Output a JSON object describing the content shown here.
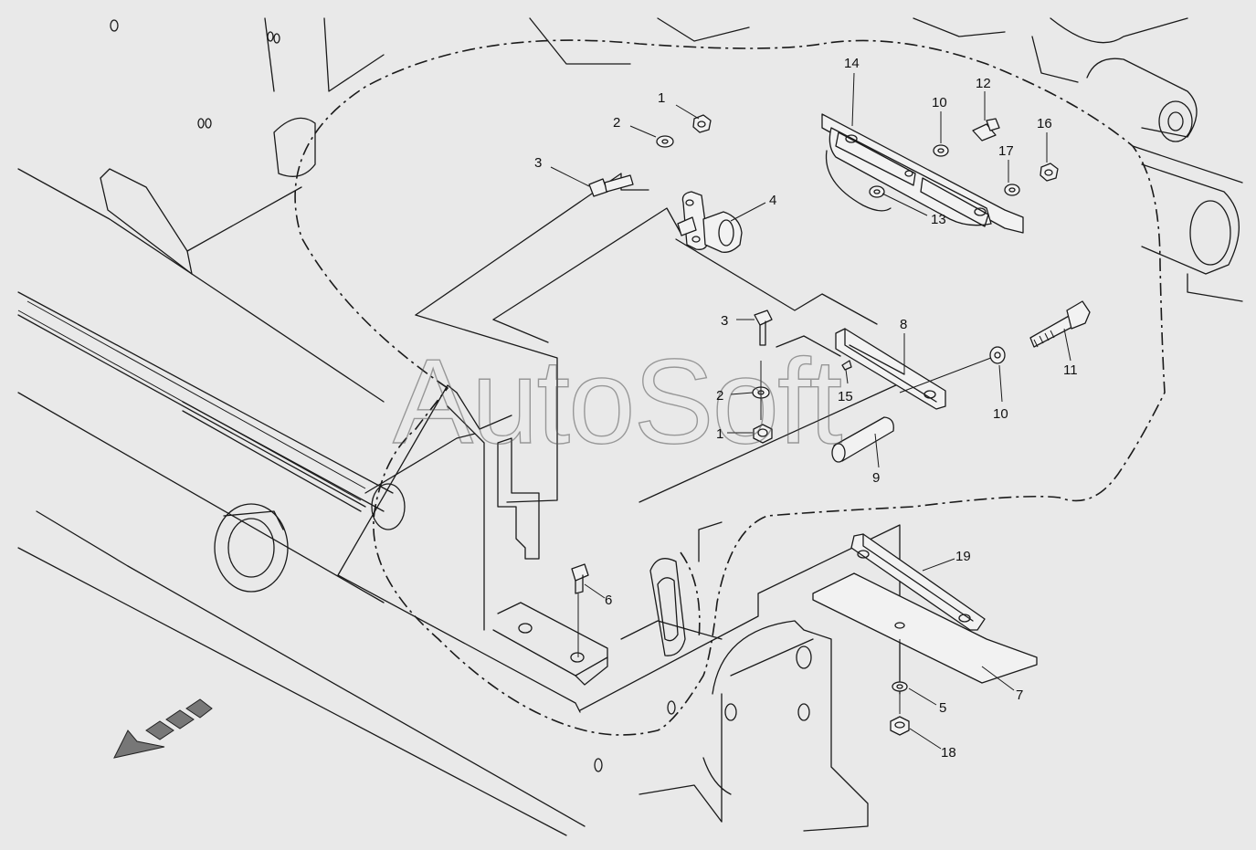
{
  "watermark": "AutoSoft",
  "callouts": [
    {
      "id": "c1a",
      "label": "1"
    },
    {
      "id": "c2a",
      "label": "2"
    },
    {
      "id": "c3a",
      "label": "3"
    },
    {
      "id": "c4",
      "label": "4"
    },
    {
      "id": "c3b",
      "label": "3"
    },
    {
      "id": "c2b",
      "label": "2"
    },
    {
      "id": "c1b",
      "label": "1"
    },
    {
      "id": "c14",
      "label": "14"
    },
    {
      "id": "c10a",
      "label": "10"
    },
    {
      "id": "c12",
      "label": "12"
    },
    {
      "id": "c16",
      "label": "16"
    },
    {
      "id": "c17",
      "label": "17"
    },
    {
      "id": "c13",
      "label": "13"
    },
    {
      "id": "c8",
      "label": "8"
    },
    {
      "id": "c15",
      "label": "15"
    },
    {
      "id": "c11",
      "label": "11"
    },
    {
      "id": "c10b",
      "label": "10"
    },
    {
      "id": "c9",
      "label": "9"
    },
    {
      "id": "c6",
      "label": "6"
    },
    {
      "id": "c19",
      "label": "19"
    },
    {
      "id": "c7",
      "label": "7"
    },
    {
      "id": "c5",
      "label": "5"
    },
    {
      "id": "c18",
      "label": "18"
    }
  ]
}
